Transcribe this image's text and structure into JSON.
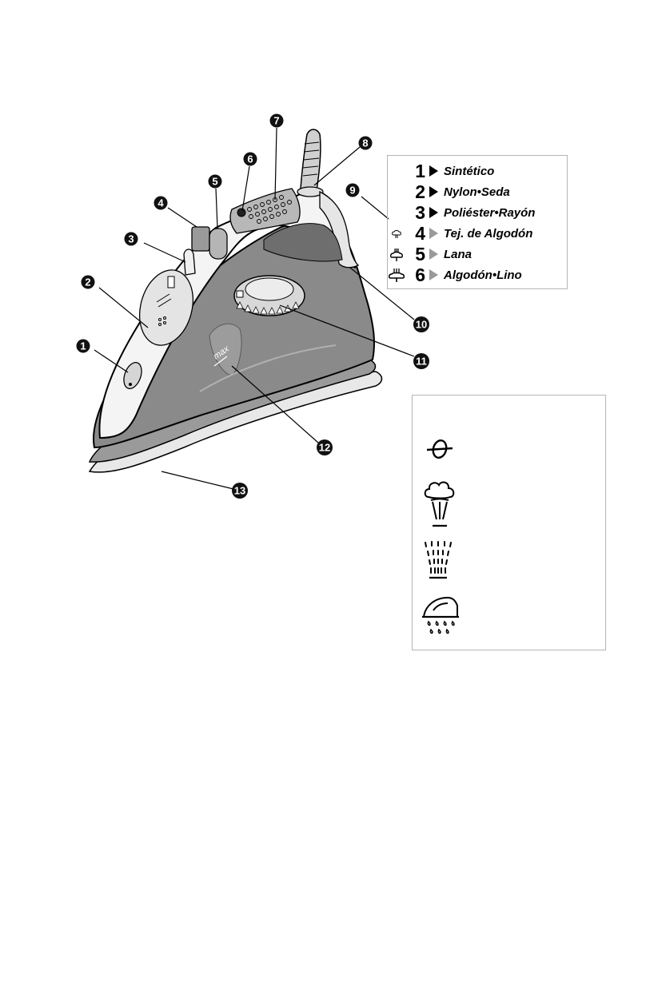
{
  "callouts": [
    "1",
    "2",
    "3",
    "4",
    "5",
    "6",
    "7",
    "8",
    "9",
    "10",
    "11",
    "12",
    "13"
  ],
  "fabric_guide": [
    {
      "num": "1",
      "name": "Sintético",
      "arrow": "black",
      "steam_icon": ""
    },
    {
      "num": "2",
      "name": "Nylon•Seda",
      "arrow": "black",
      "steam_icon": ""
    },
    {
      "num": "3",
      "name": "Poliéster•Rayón",
      "arrow": "black",
      "steam_icon": ""
    },
    {
      "num": "4",
      "name": "Tej. de Algodón",
      "arrow": "grey",
      "steam_icon": "steam-low-icon"
    },
    {
      "num": "5",
      "name": "Lana",
      "arrow": "grey",
      "steam_icon": "steam-medium-icon"
    },
    {
      "num": "6",
      "name": "Algodón•Lino",
      "arrow": "grey",
      "steam_icon": "steam-high-icon"
    }
  ],
  "iron_labels": {
    "water_max": "max"
  },
  "symbols": [
    {
      "icon": "no-steam-icon"
    },
    {
      "icon": "steam-burst-icon"
    },
    {
      "icon": "spray-icon"
    },
    {
      "icon": "anti-drip-icon"
    }
  ],
  "colors": {
    "body_grey": "#8a8a8a",
    "light_grey": "#c8c8c8",
    "callout_fill": "#111111",
    "outline": "#000000"
  }
}
